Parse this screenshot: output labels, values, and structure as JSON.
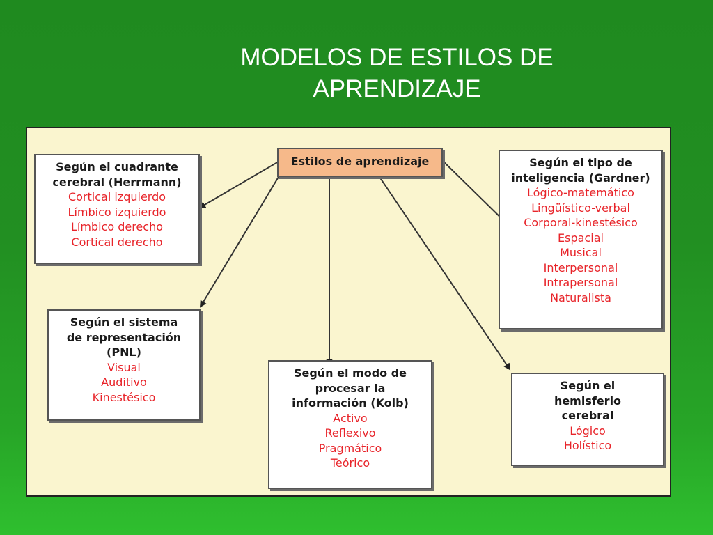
{
  "title": {
    "line1": "MODELOS DE ESTILOS DE",
    "line2": "APRENDIZAJE"
  },
  "diagram": {
    "center": "Estilos de aprendizaje",
    "herrmann": {
      "head": [
        "Según el cuadrante",
        "cerebral (Herrmann)"
      ],
      "items": [
        "Cortical izquierdo",
        "Límbico izquierdo",
        "Límbico derecho",
        "Cortical derecho"
      ]
    },
    "gardner": {
      "head": [
        "Según el tipo de",
        "inteligencia (Gardner)"
      ],
      "items": [
        "Lógico-matemático",
        "Lingüístico-verbal",
        "Corporal-kinestésico",
        "Espacial",
        "Musical",
        "Interpersonal",
        "Intrapersonal",
        "Naturalista"
      ]
    },
    "pnl": {
      "head": [
        "Según el sistema",
        "de representación",
        "(PNL)"
      ],
      "items": [
        "Visual",
        "Auditivo",
        "Kinestésico"
      ]
    },
    "kolb": {
      "head": [
        "Según el modo de",
        "procesar la",
        "información (Kolb)"
      ],
      "items": [
        "Activo",
        "Reflexivo",
        "Pragmático",
        "Teórico"
      ]
    },
    "hemisferio": {
      "head": [
        "Según el",
        "hemisferio",
        "cerebral"
      ],
      "items": [
        "Lógico",
        "Holístico"
      ]
    }
  }
}
